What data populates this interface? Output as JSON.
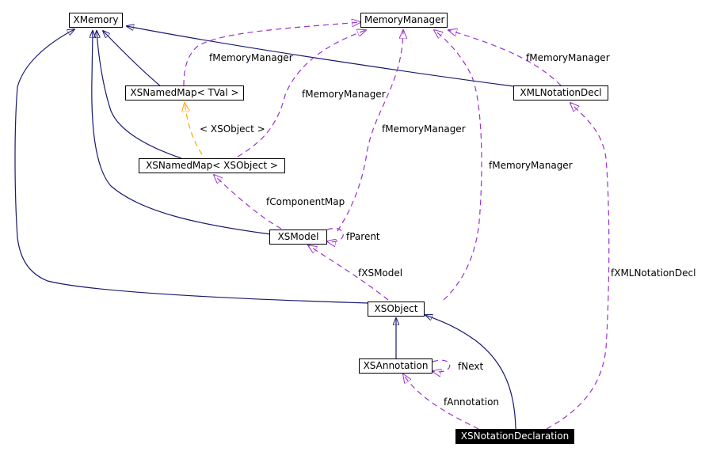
{
  "nodes": {
    "xmemory": "XMemory",
    "memory_manager": "MemoryManager",
    "xs_named_map_tval": "XSNamedMap< TVal >",
    "xml_notation_decl": "XMLNotationDecl",
    "xs_named_map_xsobject": "XSNamedMap< XSObject >",
    "xs_model": "XSModel",
    "xs_object": "XSObject",
    "xs_annotation": "XSAnnotation",
    "xs_notation_declaration": "XSNotationDeclaration"
  },
  "edge_labels": {
    "fmemorymanager_1": "fMemoryManager",
    "fmemorymanager_2": "fMemoryManager",
    "fmemorymanager_3": "fMemoryManager",
    "fmemorymanager_4": "fMemoryManager",
    "fmemorymanager_5": "fMemoryManager",
    "template_arg": "< XSObject >",
    "fcomponentmap": "fComponentMap",
    "fparent": "fParent",
    "fxsmodel": "fXSModel",
    "fxmlnotationdecl": "fXMLNotationDecl",
    "fnext": "fNext",
    "fannotation": "fAnnotation"
  },
  "colors": {
    "inheritance": "#191970",
    "usage": "#9a32cd",
    "template": "#ffa500",
    "highlight_bg": "#000000",
    "highlight_fg": "#ffffff"
  }
}
